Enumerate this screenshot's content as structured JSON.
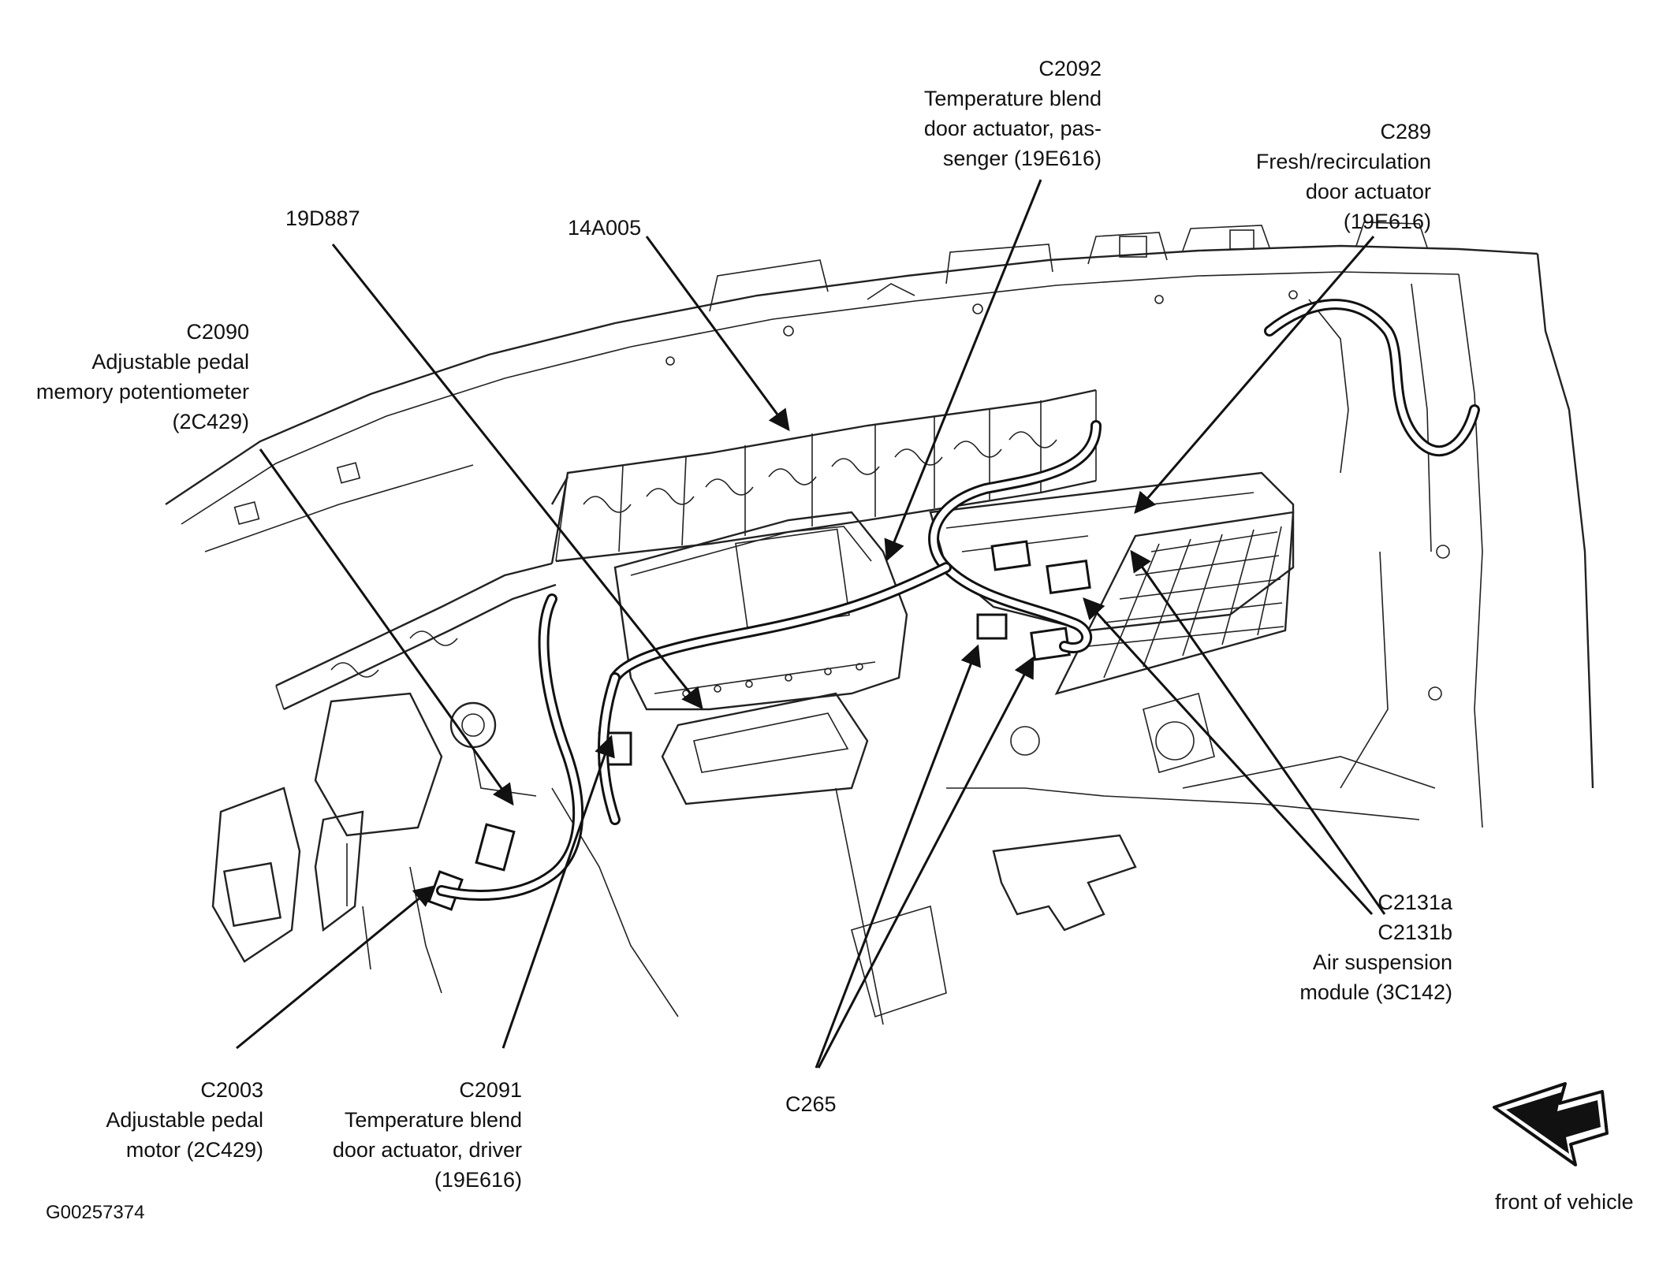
{
  "figure_id": "G00257374",
  "direction_note": "front of vehicle",
  "callouts": {
    "c2092": {
      "lines": [
        "C2092",
        "Temperature blend",
        "door actuator, pas-",
        "senger (19E616)"
      ]
    },
    "c289": {
      "lines": [
        "C289",
        "Fresh/recirculation",
        "door actuator",
        "(19E616)"
      ]
    },
    "p19d887": {
      "lines": [
        "19D887"
      ]
    },
    "p14a005": {
      "lines": [
        "14A005"
      ]
    },
    "c2090": {
      "lines": [
        "C2090",
        "Adjustable pedal",
        "memory potentiometer",
        "(2C429)"
      ]
    },
    "c2131": {
      "lines": [
        "C2131a",
        "C2131b",
        "Air suspension",
        "module (3C142)"
      ]
    },
    "c2003": {
      "lines": [
        "C2003",
        "Adjustable pedal",
        "motor (2C429)"
      ]
    },
    "c2091": {
      "lines": [
        "C2091",
        "Temperature blend",
        "door actuator, driver",
        "(19E616)"
      ]
    },
    "c265": {
      "lines": [
        "C265"
      ]
    }
  }
}
